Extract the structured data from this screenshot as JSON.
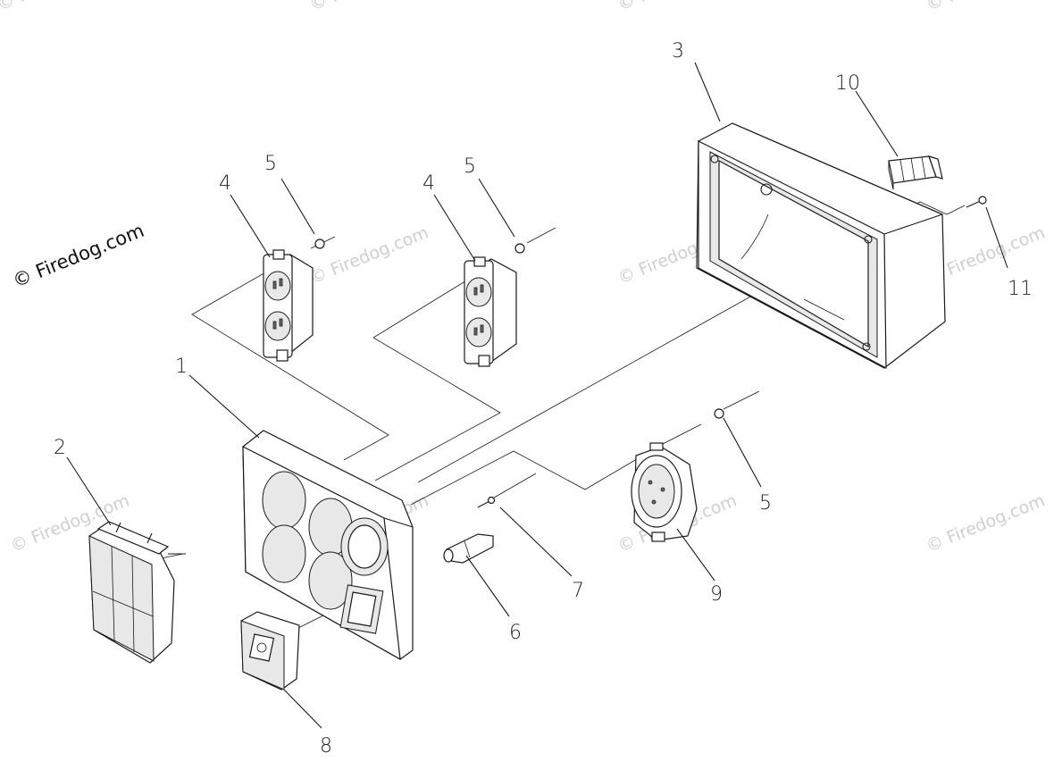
{
  "watermark": {
    "main": "© Firedog.com",
    "faint": "© Firedog.com"
  },
  "labels": {
    "p1": "1",
    "p2": "2",
    "p3": "3",
    "p4a": "4",
    "p4b": "4",
    "p5a": "5",
    "p5b": "5",
    "p5c": "5",
    "p6": "6",
    "p7": "7",
    "p8": "8",
    "p9": "9",
    "p10": "10",
    "p11": "11"
  }
}
